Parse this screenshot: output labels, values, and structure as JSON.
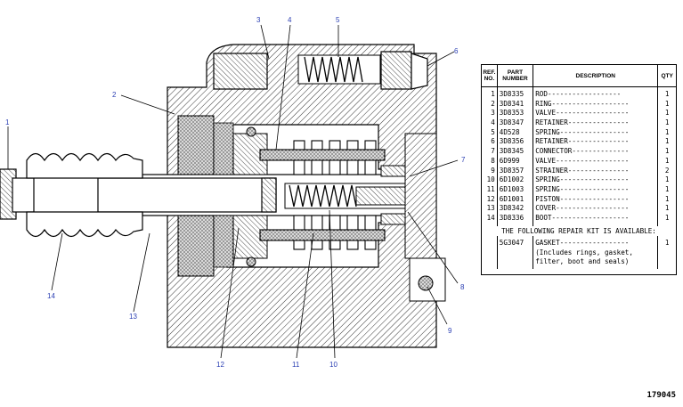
{
  "callouts": [
    "1",
    "2",
    "3",
    "4",
    "5",
    "6",
    "7",
    "8",
    "9",
    "10",
    "11",
    "12",
    "13",
    "14"
  ],
  "table": {
    "headers": {
      "ref": "REF. NO.",
      "part": "PART NUMBER",
      "desc": "DESCRIPTION",
      "qty": "QTY"
    },
    "rows": [
      {
        "ref": "1",
        "part": "3D8335",
        "desc": "ROD",
        "qty": "1"
      },
      {
        "ref": "2",
        "part": "3D8341",
        "desc": "RING",
        "qty": "1"
      },
      {
        "ref": "3",
        "part": "3D8353",
        "desc": "VALVE",
        "qty": "1"
      },
      {
        "ref": "4",
        "part": "3D8347",
        "desc": "RETAINER",
        "qty": "1"
      },
      {
        "ref": "5",
        "part": "4D528",
        "desc": "SPRING",
        "qty": "1"
      },
      {
        "ref": "6",
        "part": "3D8356",
        "desc": "RETAINER",
        "qty": "1"
      },
      {
        "ref": "7",
        "part": "3D8345",
        "desc": "CONNECTOR",
        "qty": "1"
      },
      {
        "ref": "8",
        "part": "6D999",
        "desc": "VALVE",
        "qty": "1"
      },
      {
        "ref": "9",
        "part": "3D8357",
        "desc": "STRAINER",
        "qty": "2"
      },
      {
        "ref": "10",
        "part": "6D1002",
        "desc": "SPRING",
        "qty": "1"
      },
      {
        "ref": "11",
        "part": "6D1003",
        "desc": "SPRING",
        "qty": "1"
      },
      {
        "ref": "12",
        "part": "6D1001",
        "desc": "PISTON",
        "qty": "1"
      },
      {
        "ref": "13",
        "part": "3D8342",
        "desc": "COVER",
        "qty": "1"
      },
      {
        "ref": "14",
        "part": "3D8336",
        "desc": "BOOT",
        "qty": "1"
      }
    ],
    "kit_note": "THE FOLLOWING REPAIR KIT IS AVAILABLE:",
    "kit": {
      "part": "5G3047",
      "desc": "GASKET",
      "qty": "1",
      "desc_extra": "(Includes rings, gasket, filter, boot and seals)"
    }
  },
  "drawing_number": "179045"
}
